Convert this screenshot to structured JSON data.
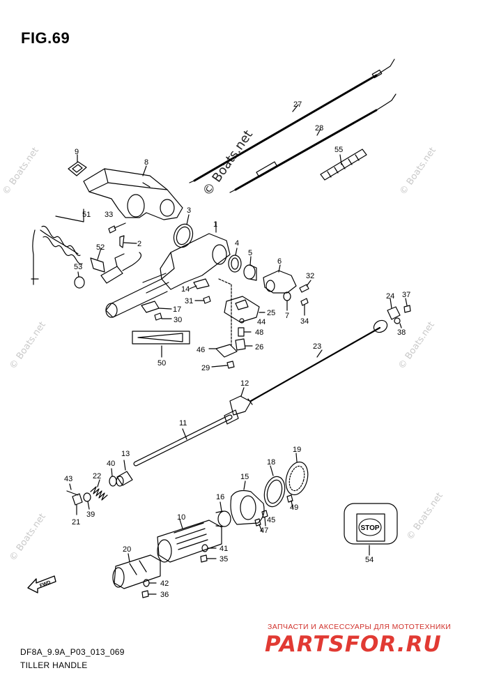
{
  "figure": {
    "title": "FIG.69"
  },
  "footer": {
    "code": "DF8A_9.9A_P03_013_069",
    "name": "TILLER HANDLE"
  },
  "shop": {
    "tagline": "ЗАПЧАСТИ И АКСЕССУАРЫ ДЛЯ МОТОТЕХНИКИ",
    "logo": "PARTSFOR.RU"
  },
  "watermark": {
    "main": "© Boats.net",
    "repeat": "© Boats.net"
  },
  "stop_button": {
    "text": "STOP"
  },
  "fwd_arrow": {
    "text": "FWD"
  },
  "colors": {
    "line": "#000000",
    "watermark": "#c9c9c9",
    "shop": "#e13a33"
  },
  "callouts": [
    "1",
    "2",
    "3",
    "4",
    "5",
    "6",
    "7",
    "8",
    "9",
    "10",
    "11",
    "12",
    "13",
    "14",
    "15",
    "16",
    "17",
    "18",
    "19",
    "20",
    "21",
    "22",
    "23",
    "24",
    "25",
    "26",
    "27",
    "28",
    "29",
    "30",
    "31",
    "32",
    "33",
    "34",
    "35",
    "36",
    "37",
    "38",
    "39",
    "40",
    "41",
    "42",
    "43",
    "44",
    "45",
    "46",
    "47",
    "48",
    "49",
    "50",
    "51",
    "52",
    "53",
    "54",
    "55"
  ]
}
